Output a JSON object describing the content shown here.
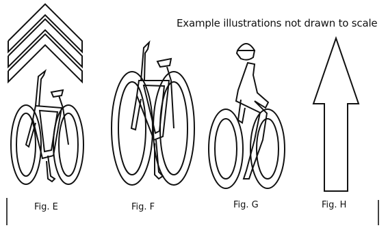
{
  "note": "Example illustrations not drawn to scale",
  "figures": [
    {
      "caption": "Fig. E",
      "symbol": "bicycle-with-chevrons"
    },
    {
      "caption": "Fig. F",
      "symbol": "bicycle"
    },
    {
      "caption": "Fig. G",
      "symbol": "bicyclist"
    },
    {
      "caption": "Fig. H",
      "symbol": "arrow-up"
    }
  ],
  "colors": {
    "line": "#111111",
    "background": "#ffffff"
  }
}
